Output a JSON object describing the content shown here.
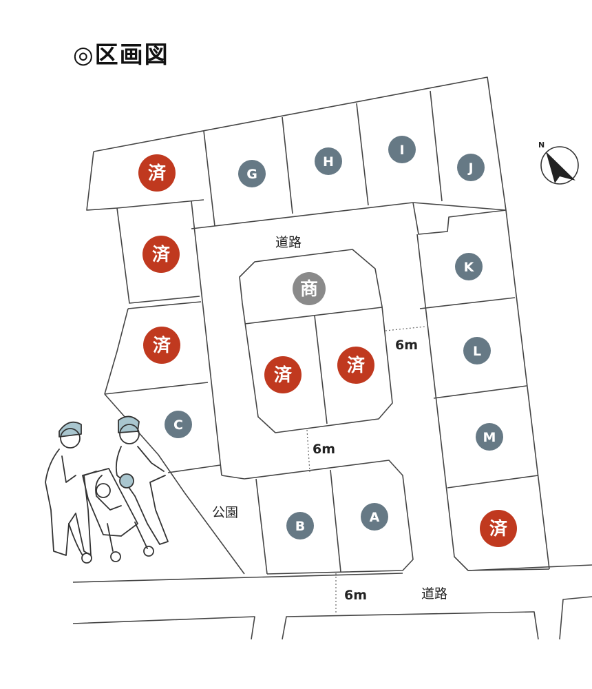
{
  "title": "◎区画図",
  "colors": {
    "sold": "#c0391f",
    "available": "#667985",
    "commercial": "#8a8a8a",
    "line": "#444444",
    "helmet": "#a9c6cf"
  },
  "lots": [
    {
      "id": "lot-sold-1",
      "label": "済",
      "status": "sold"
    },
    {
      "id": "lot-G",
      "label": "G",
      "status": "available"
    },
    {
      "id": "lot-H",
      "label": "H",
      "status": "available"
    },
    {
      "id": "lot-I",
      "label": "I",
      "status": "available"
    },
    {
      "id": "lot-J",
      "label": "J",
      "status": "available"
    },
    {
      "id": "lot-sold-2",
      "label": "済",
      "status": "sold"
    },
    {
      "id": "lot-sold-3",
      "label": "済",
      "status": "sold"
    },
    {
      "id": "lot-C",
      "label": "C",
      "status": "available"
    },
    {
      "id": "lot-commercial",
      "label": "商",
      "status": "commercial"
    },
    {
      "id": "lot-sold-4",
      "label": "済",
      "status": "sold"
    },
    {
      "id": "lot-sold-5",
      "label": "済",
      "status": "sold"
    },
    {
      "id": "lot-K",
      "label": "K",
      "status": "available"
    },
    {
      "id": "lot-L",
      "label": "L",
      "status": "available"
    },
    {
      "id": "lot-M",
      "label": "M",
      "status": "available"
    },
    {
      "id": "lot-sold-6",
      "label": "済",
      "status": "sold"
    },
    {
      "id": "lot-B",
      "label": "B",
      "status": "available"
    },
    {
      "id": "lot-A",
      "label": "A",
      "status": "available"
    }
  ],
  "labels": {
    "road_top": "道路",
    "road_bottom": "道路",
    "width_right": "6m",
    "width_middle": "6m",
    "width_bottom": "6m",
    "park": "公園"
  },
  "compass": {
    "icon": "north-arrow-icon"
  }
}
